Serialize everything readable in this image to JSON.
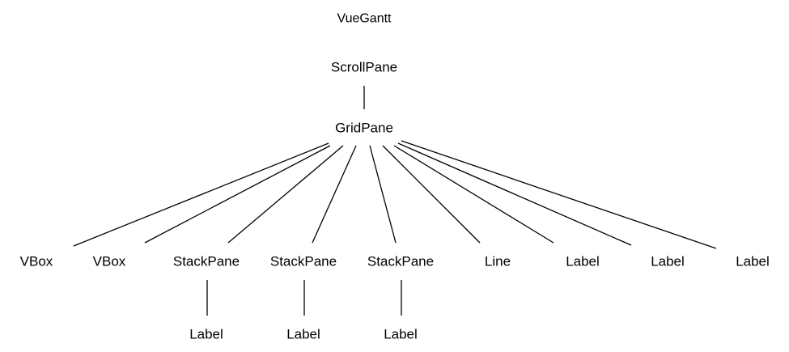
{
  "title": "VueGantt",
  "tree": {
    "label": "ScrollPane",
    "children": [
      {
        "label": "GridPane",
        "children": [
          {
            "label": "VBox",
            "children": []
          },
          {
            "label": "VBox",
            "children": []
          },
          {
            "label": "StackPane",
            "children": [
              {
                "label": "Label",
                "children": []
              }
            ]
          },
          {
            "label": "StackPane",
            "children": [
              {
                "label": "Label",
                "children": []
              }
            ]
          },
          {
            "label": "StackPane",
            "children": [
              {
                "label": "Label",
                "children": []
              }
            ]
          },
          {
            "label": "Line",
            "children": []
          },
          {
            "label": "Label",
            "children": []
          },
          {
            "label": "Label",
            "children": []
          },
          {
            "label": "Label",
            "children": []
          }
        ]
      }
    ]
  }
}
